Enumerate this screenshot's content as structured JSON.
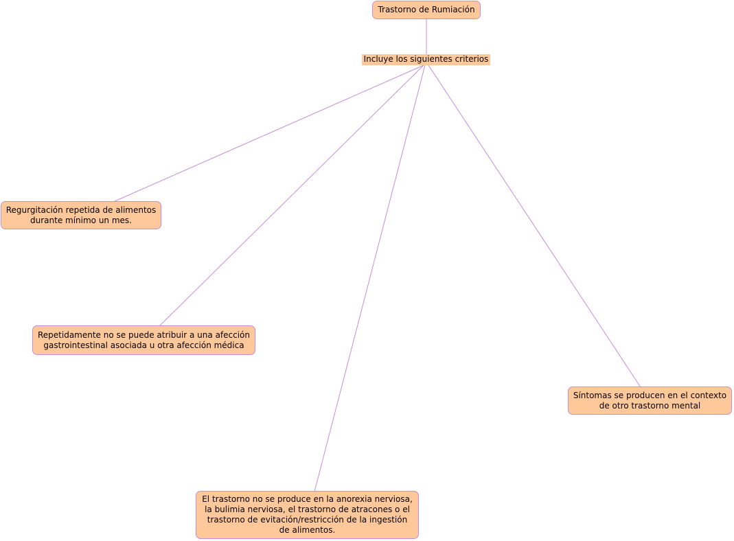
{
  "diagram": {
    "root": {
      "label": "Trastorno de Rumiación"
    },
    "link_label": "Incluye los siguientes criterios",
    "criteria": [
      {
        "label": "Regurgitación repetida de alimentos\ndurante mínimo un mes."
      },
      {
        "label": "Repetidamente no se puede atribuir a una afección\ngastrointestinal asociada u otra afección médica"
      },
      {
        "label": "El trastorno no se produce en la anorexia nerviosa,\nla bulimia nerviosa, el trastorno de atracones o el\ntrastorno de evitación/restricción de la ingestión\nde alimentos."
      },
      {
        "label": "Síntomas se producen en el contexto\nde otro trastorno mental"
      }
    ],
    "colors": {
      "node_fill": "#ffc89a",
      "node_border": "#c58cd9",
      "connector": "#c58cd9"
    }
  }
}
